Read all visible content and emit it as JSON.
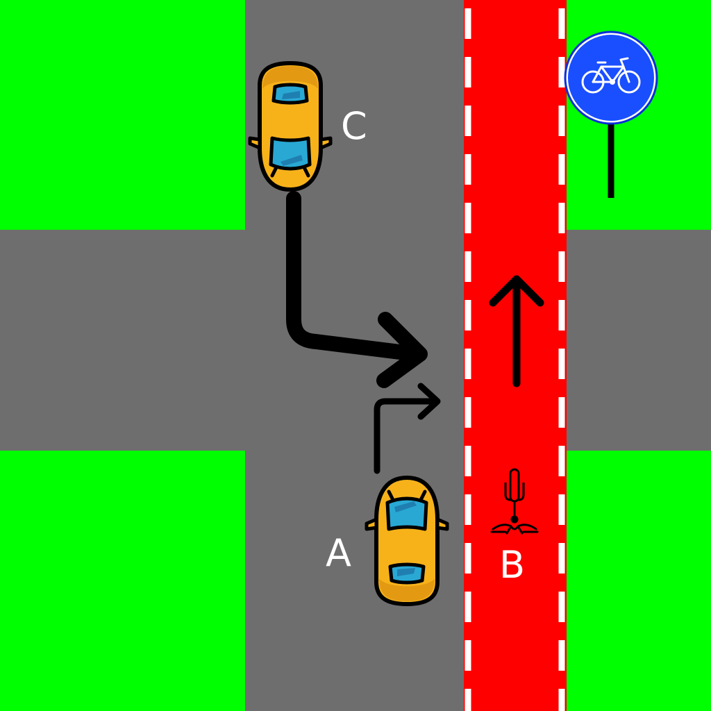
{
  "labels": {
    "car_a": "A",
    "cyclist_b": "B",
    "car_c": "C"
  },
  "colors": {
    "grass": "#00ff00",
    "road": "#6e6e6e",
    "bike_lane": "#ff0000",
    "lane_dash": "#ffffff",
    "sign_blue": "#1a4fff",
    "car_body": "#f7b21a",
    "car_window": "#29a8d4",
    "arrow": "#000000"
  },
  "icons": {
    "sign": "bicycle-path-sign-icon",
    "cyclist": "cyclist-icon",
    "car": "car-top-view-icon"
  }
}
